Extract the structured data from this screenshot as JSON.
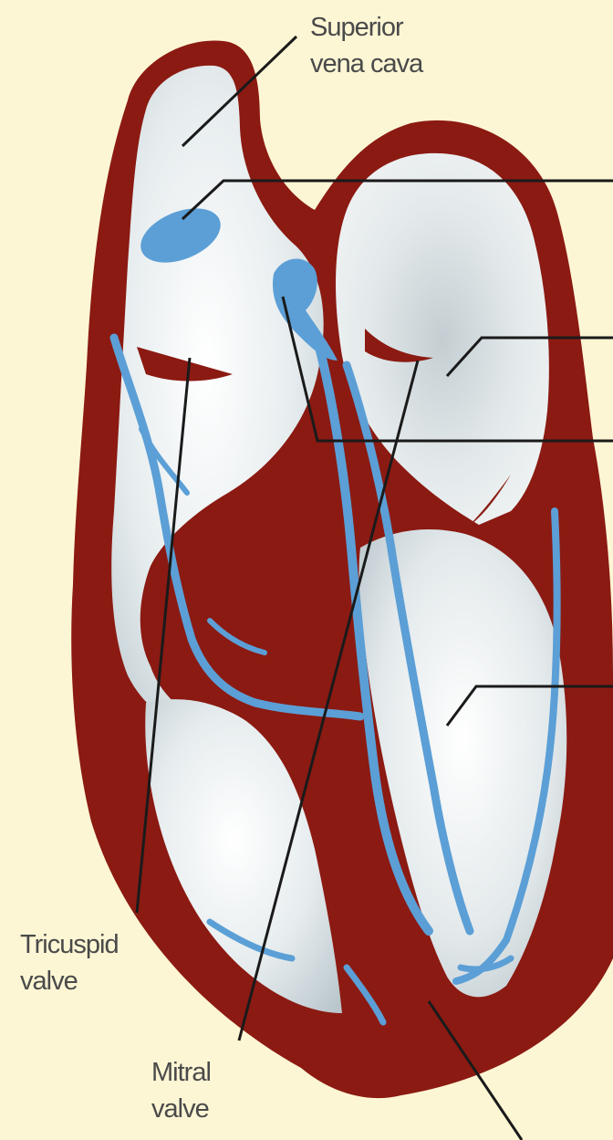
{
  "diagram": {
    "labels": {
      "superior_vena_cava": [
        "Superior",
        "vena cava"
      ],
      "tricuspid_valve": [
        "Tricuspid",
        "valve"
      ],
      "mitral_valve": [
        "Mitral",
        "valve"
      ]
    },
    "colors": {
      "background": "#fdf6d4",
      "myocardium": "#8b1a12",
      "chamber": "#dfe6e8",
      "vessel_blue": "#5b9fd6",
      "leader_line": "#1a1a1a",
      "text": "#4a4a4a"
    }
  }
}
